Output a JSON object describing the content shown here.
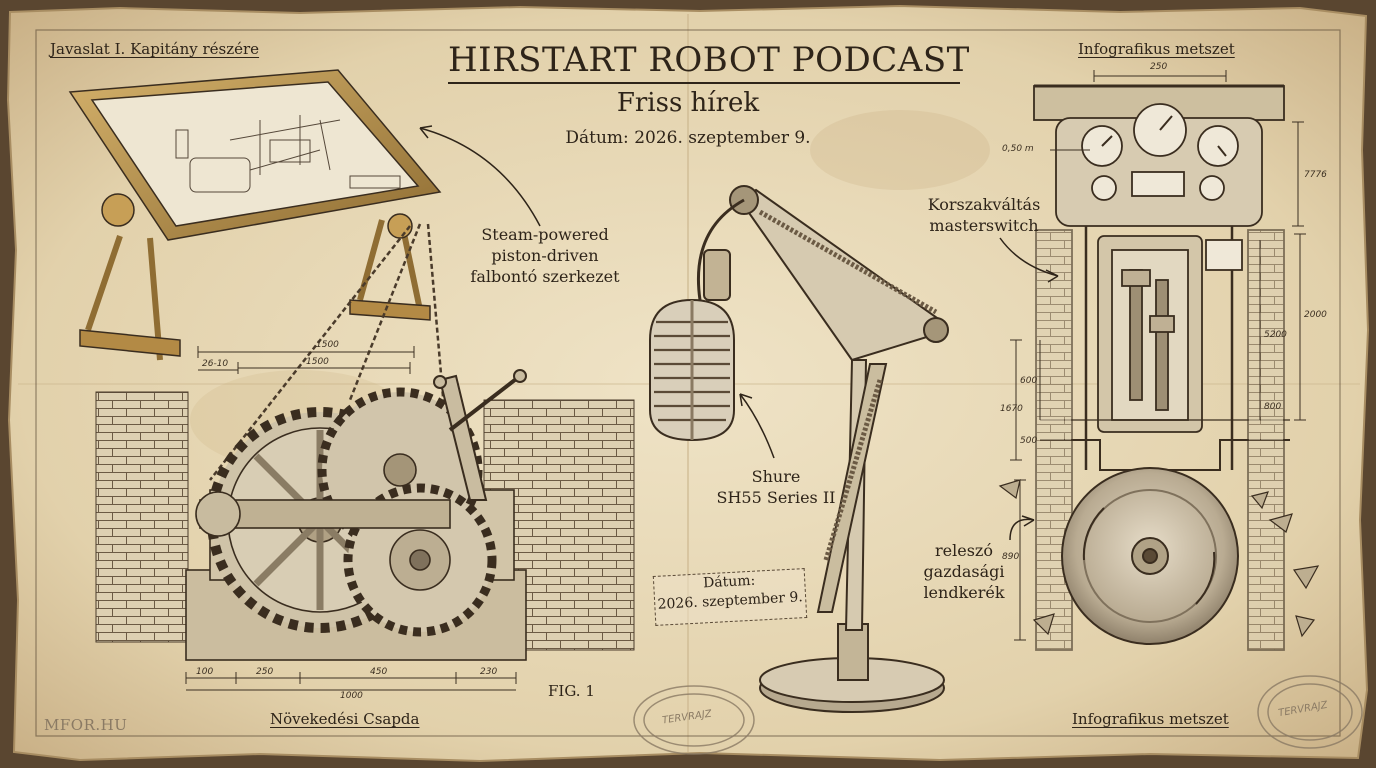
{
  "header": {
    "title": "HIRSTART ROBOT PODCAST",
    "subtitle": "Friss hírek",
    "date": "Dátum: 2026. szeptember 9."
  },
  "corners": {
    "top_left": "Javaslat I. Kapitány részére",
    "top_right": "Infografikus metszet",
    "bottom_left": "Növekedési Csapda",
    "bottom_right": "Infografikus metszet",
    "credit": "MFOR.HU",
    "fig": "FIG. 1"
  },
  "annotations": {
    "machine": "Steam-powered piston-driven falbontó szerkezet",
    "microphone_line1": "Shure",
    "microphone_line2": "SH55 Series II",
    "switch": "Korszakváltás masterswitch",
    "flywheel": "releszó gazdasági lendkerék"
  },
  "stamp_note": {
    "line1": "Dátum:",
    "line2": "2026. szeptember 9."
  },
  "dimensions": {
    "left_1500a": "1500",
    "left_1500b": "1500",
    "left_2610": "26-10",
    "left_100": "100",
    "left_250": "250",
    "left_450": "450",
    "left_230": "230",
    "left_1000": "1000",
    "right_250": "250",
    "right_050": "0,50 m",
    "right_7776": "7776",
    "right_2000": "2000",
    "right_5200": "5200",
    "right_800": "800",
    "right_1670": "1670",
    "right_600": "600",
    "right_500": "500",
    "right_890": "890"
  },
  "stamps": {
    "center": "TERVRAJZ",
    "right": "TERVRAJZ"
  },
  "colors": {
    "paper": "#e6d7b6",
    "ink": "#2e2419",
    "brass": "#b89450"
  }
}
